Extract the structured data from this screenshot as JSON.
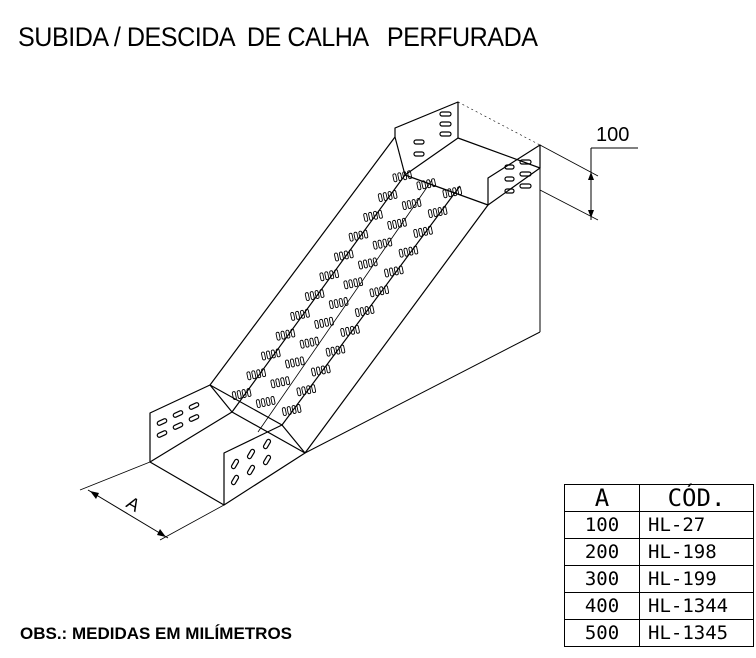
{
  "title": "SUBIDA / DESCIDA  DE CALHA   PERFURADA",
  "dimensions": {
    "height_label": "100",
    "width_label": "A"
  },
  "note": "OBS.: MEDIDAS EM MILÍMETROS",
  "table": {
    "headers": [
      "A",
      "CÓD."
    ],
    "rows": [
      [
        "100",
        "HL-27"
      ],
      [
        "200",
        "HL-198"
      ],
      [
        "300",
        "HL-199"
      ],
      [
        "400",
        "HL-1344"
      ],
      [
        "500",
        "HL-1345"
      ]
    ]
  }
}
